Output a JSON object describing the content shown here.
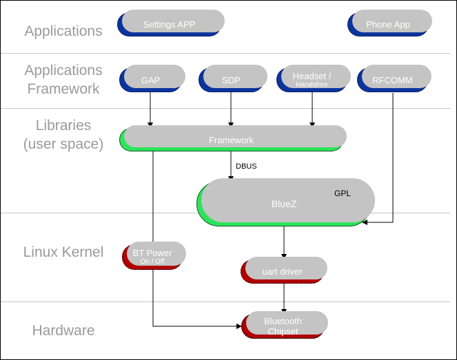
{
  "layers": {
    "applications": [
      "Applications"
    ],
    "framework": [
      "Applications",
      "Framework"
    ],
    "libraries": [
      "Libraries",
      "(user space)"
    ],
    "kernel": [
      "Linux Kernel"
    ],
    "hardware": [
      "Hardware"
    ]
  },
  "boxes": {
    "settings_app": "Settings APP",
    "phone_app": "Phone App",
    "gap": "GAP",
    "sdp": "SDP",
    "headset_main": "Headset /",
    "headset_sub": "Handsfree",
    "rfcomm": "RFCOMM",
    "framework": "Framework",
    "bluez": "BlueZ",
    "bluez_license": "GPL",
    "bt_power_main": "BT Power",
    "bt_power_sub": "On / Off",
    "uart_driver": "uart driver",
    "chipset_line1": "Bluetooth",
    "chipset_line2": "Chipset"
  },
  "connectors": {
    "dbus_label": "DBUS"
  },
  "colors": {
    "app_blue": "#0b349d",
    "library_green": "#2de35b",
    "kernel_red": "#b00000",
    "layer_label_gray": "#9a9a9a"
  }
}
